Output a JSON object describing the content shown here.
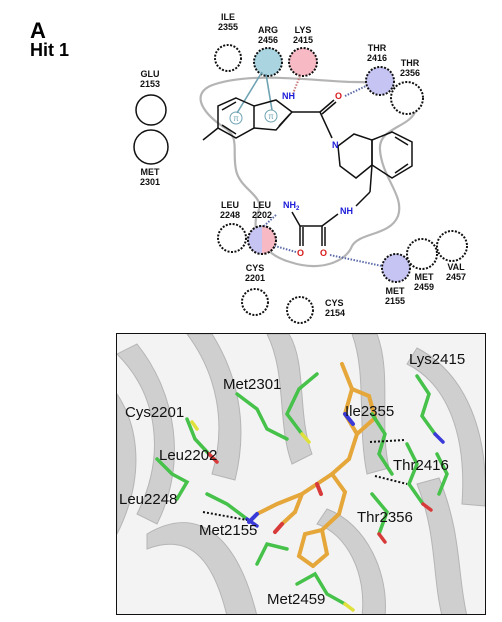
{
  "panel": {
    "letter": "A",
    "title": "Hit 1"
  },
  "diagram_2d": {
    "residues": [
      {
        "id": "ile2355",
        "name": "ILE",
        "num": "2355",
        "style": "spiky"
      },
      {
        "id": "arg2456",
        "name": "ARG",
        "num": "2456",
        "style": "blue"
      },
      {
        "id": "lys2415",
        "name": "LYS",
        "num": "2415",
        "style": "pink"
      },
      {
        "id": "thr2416",
        "name": "THR",
        "num": "2416",
        "style": "lavender"
      },
      {
        "id": "thr2356",
        "name": "THR",
        "num": "2356",
        "style": "white"
      },
      {
        "id": "glu2153",
        "name": "GLU",
        "num": "2153",
        "style": "white"
      },
      {
        "id": "met2301",
        "name": "MET",
        "num": "2301",
        "style": "white"
      },
      {
        "id": "leu2248",
        "name": "LEU",
        "num": "2248",
        "style": "spiky"
      },
      {
        "id": "leu2202",
        "name": "LEU",
        "num": "2202",
        "style": "half"
      },
      {
        "id": "cys2201",
        "name": "CYS",
        "num": "2201",
        "style": "spiky"
      },
      {
        "id": "cys2154",
        "name": "CYS",
        "num": "2154",
        "style": "spiky"
      },
      {
        "id": "met2155",
        "name": "MET",
        "num": "2155",
        "style": "lavender"
      },
      {
        "id": "met2459",
        "name": "MET",
        "num": "2459",
        "style": "white"
      },
      {
        "id": "val2457",
        "name": "VAL",
        "num": "2457",
        "style": "white"
      }
    ],
    "atoms": {
      "nh": "NH",
      "o": "O",
      "n": "N",
      "nh2": "NH",
      "nh2_sub": "2",
      "pi": "π"
    },
    "colors": {
      "blue_res": "#a9d4e0",
      "pink_res": "#f7b9c4",
      "lavender_res": "#c6c4f2",
      "nitrogen": "#1a1ad8",
      "oxygen": "#d81a1a",
      "hbond": "#5a6aa8",
      "cation": "#c87878"
    }
  },
  "structure_3d": {
    "labels": [
      "Lys2415",
      "Met2301",
      "Cys2201",
      "Ile2355",
      "Leu2202",
      "Thr2416",
      "Leu2248",
      "Thr2356",
      "Met2155",
      "Met2459"
    ]
  }
}
